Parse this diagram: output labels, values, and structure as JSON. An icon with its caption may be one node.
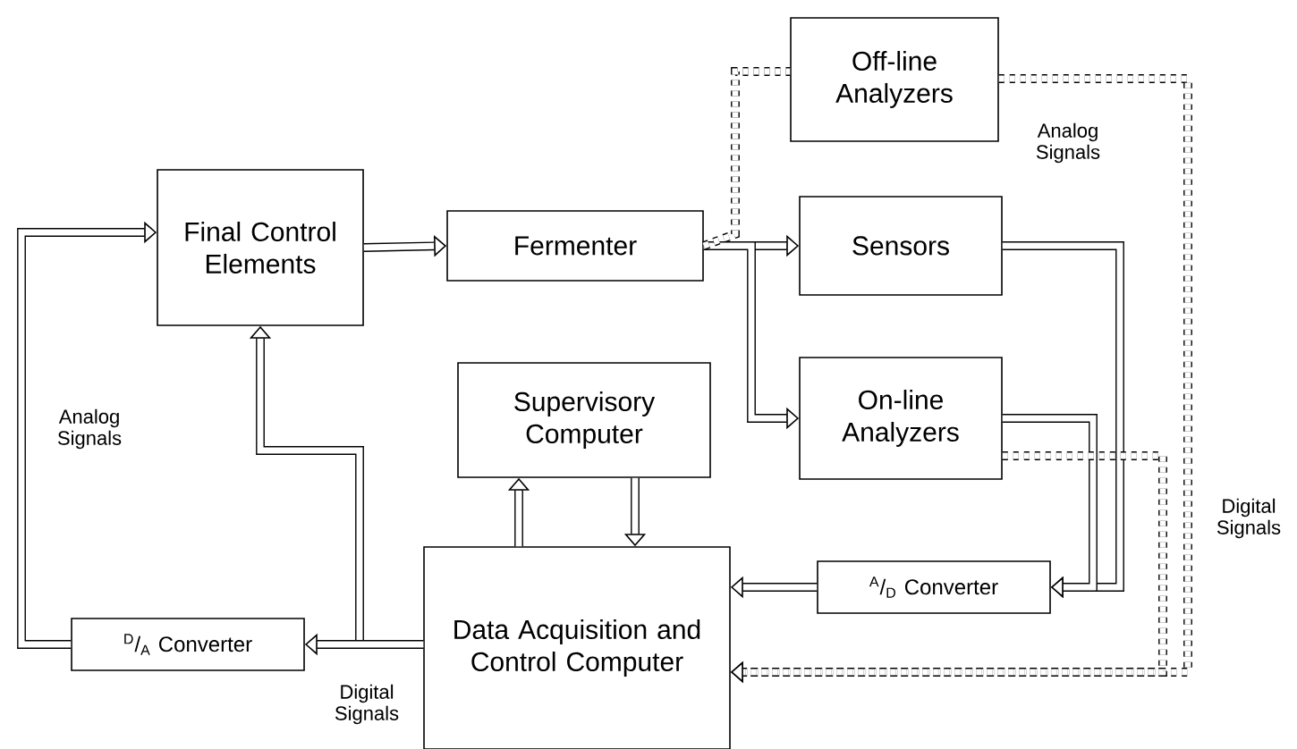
{
  "diagram": {
    "nodes": [
      {
        "text": [
          "Final Control Elements"
        ]
      },
      {
        "text": [
          "Fermenter"
        ]
      },
      {
        "text": [
          "Off-line Analyzers"
        ]
      },
      {
        "text": [
          "Sensors"
        ]
      },
      {
        "text": [
          "On-line Analyzers"
        ]
      },
      {
        "text": [
          "Supervisory Computer"
        ]
      },
      {
        "text": [
          "Data Acquisition and Control Computer"
        ]
      },
      {
        "text": [
          "$^{D}$/$_{A}$ Converter"
        ]
      },
      {
        "text": [
          "$^{A}$/$_{D}$ Converter"
        ]
      }
    ],
    "edges": [
      {
        "from": 0,
        "to": 1,
        "arrow": "to"
      },
      {
        "from": 1,
        "to": 3,
        "arrow": "to"
      },
      {
        "from": 1,
        "to": 4,
        "arrow": "to"
      },
      {
        "from": 1,
        "to": 2,
        "arrow": "none",
        "style": "dashed"
      },
      {
        "from": 3,
        "to": 8,
        "arrow": "to",
        "label": "Analog Signals"
      },
      {
        "from": 4,
        "to": 8,
        "arrow": "to"
      },
      {
        "from": 2,
        "to": 6,
        "arrow": "to",
        "style": "dashed",
        "label": "Digital Signals"
      },
      {
        "from": 4,
        "to": 6,
        "arrow": "to",
        "style": "dashed"
      },
      {
        "from": 8,
        "to": 6,
        "arrow": "to"
      },
      {
        "from": 6,
        "to": 5,
        "arrow": "to"
      },
      {
        "from": 5,
        "to": 6,
        "arrow": "to"
      },
      {
        "from": 6,
        "to": 0,
        "arrow": "to"
      },
      {
        "from": 6,
        "to": 7,
        "arrow": "to",
        "label": "Digital Signals"
      },
      {
        "from": 7,
        "to": 0,
        "arrow": "to",
        "label": "Analog Signals"
      }
    ]
  }
}
